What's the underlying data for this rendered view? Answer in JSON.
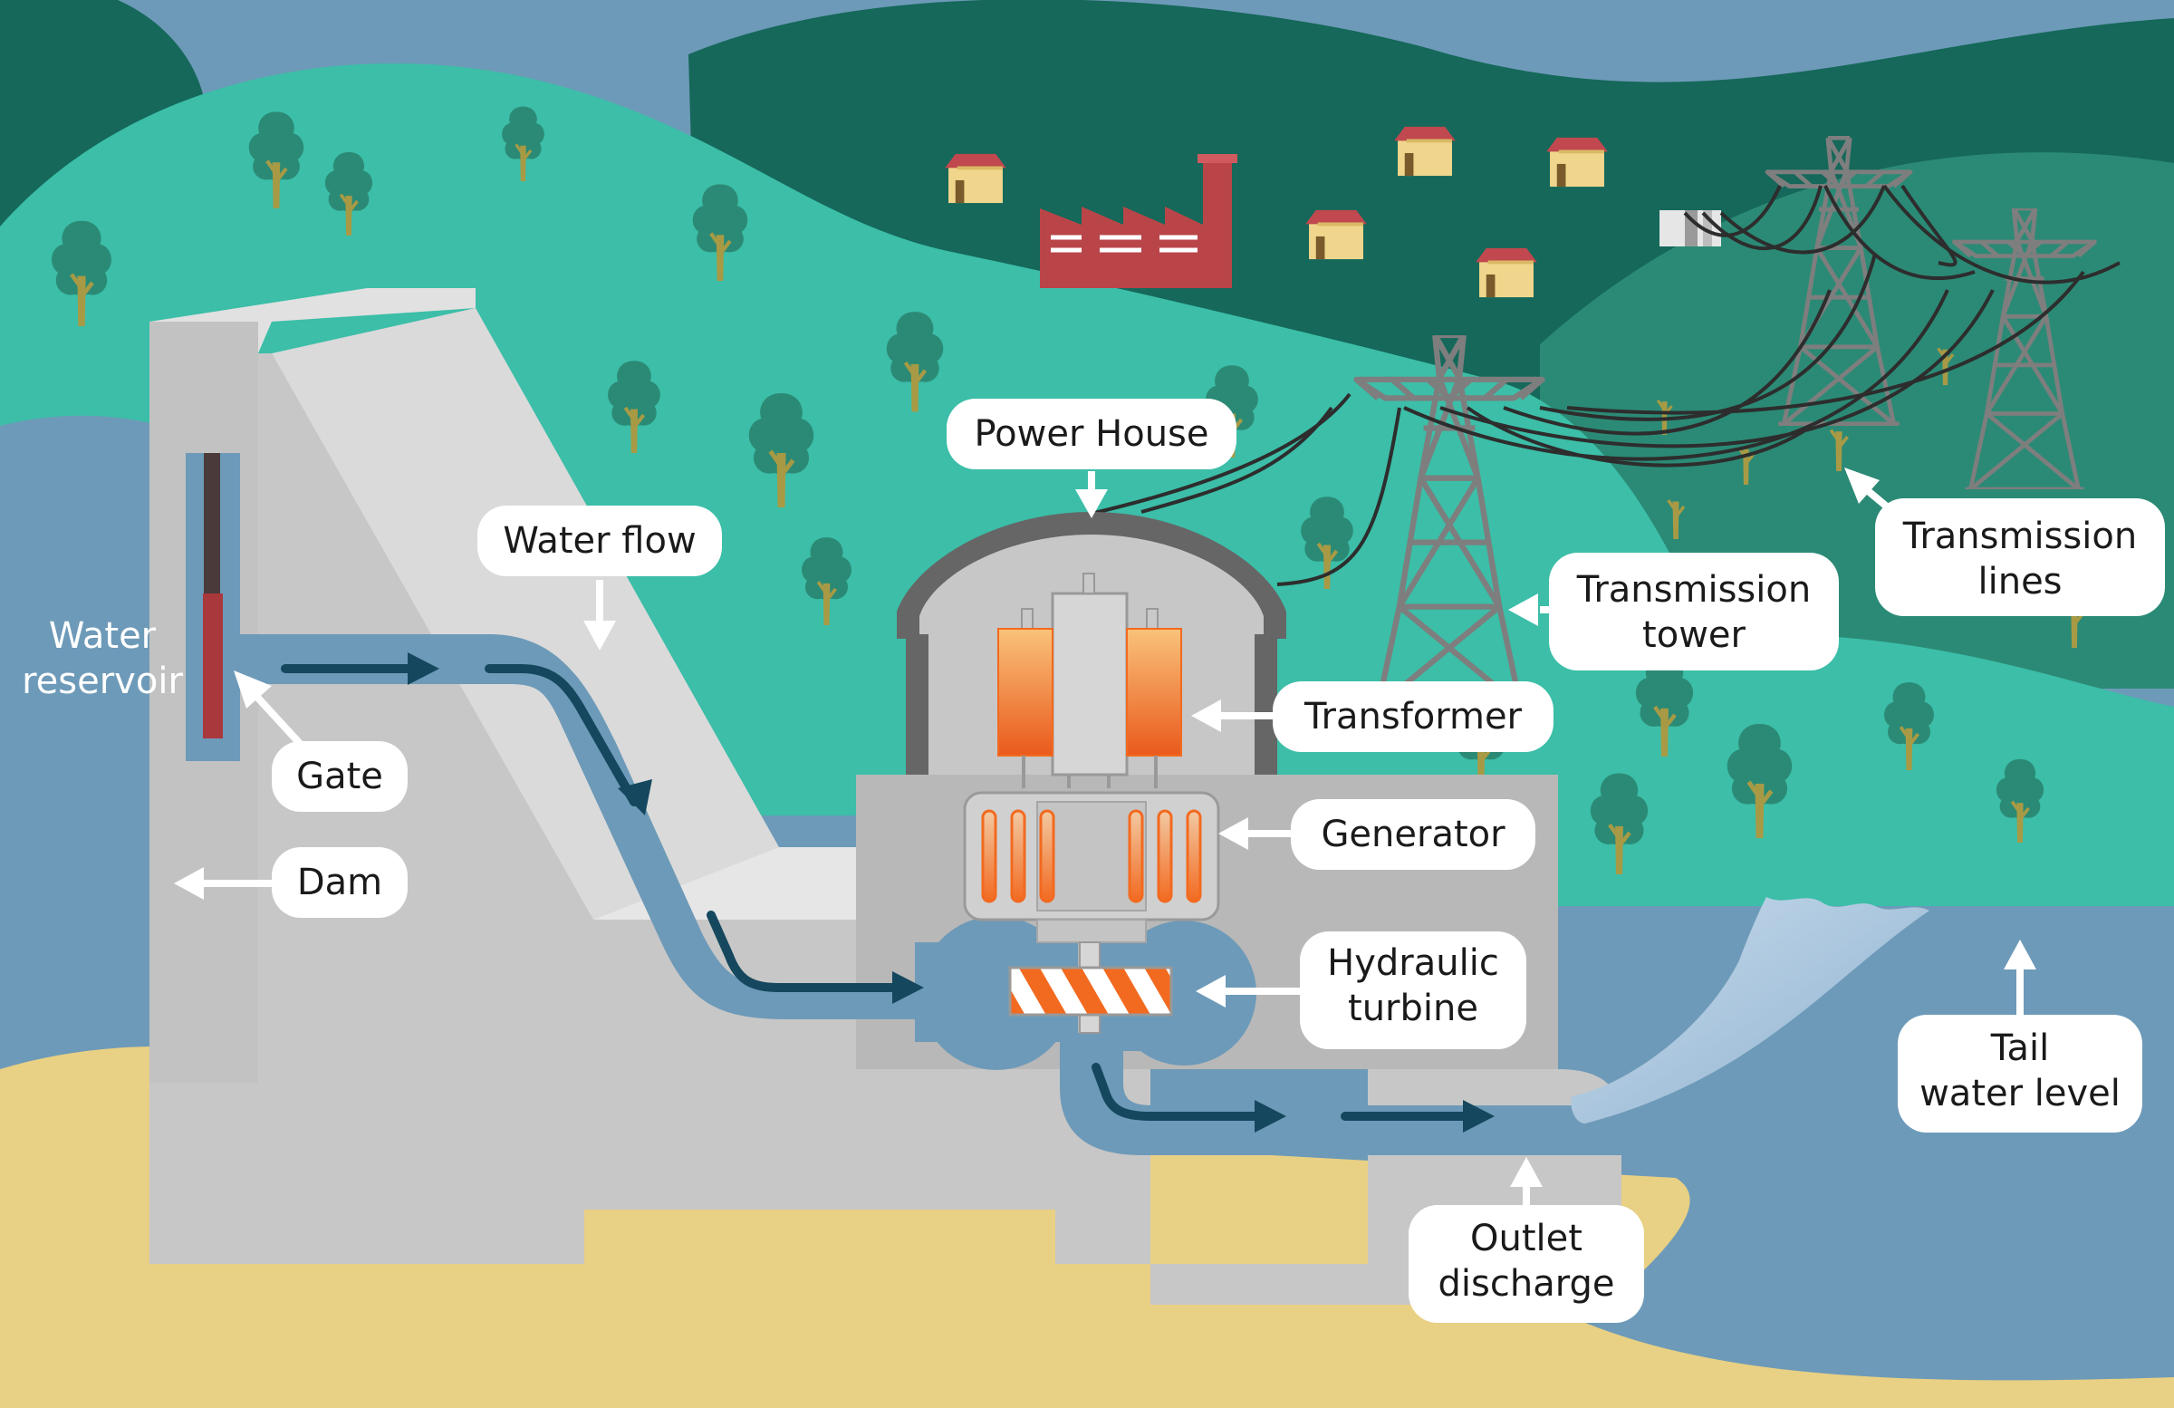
{
  "labels": {
    "water_reservoir": [
      "Water",
      "reservoir"
    ],
    "gate": "Gate",
    "dam": "Dam",
    "water_flow": "Water flow",
    "power_house": "Power House",
    "transformer": "Transformer",
    "generator": "Generator",
    "hydraulic_turbine": [
      "Hydraulic",
      "turbine"
    ],
    "transmission_tower": [
      "Transmission",
      "tower"
    ],
    "transmission_lines": [
      "Transmission",
      "lines"
    ],
    "tail_water_level": [
      "Tail",
      "water level"
    ],
    "outlet_discharge": [
      "Outlet",
      "discharge"
    ]
  },
  "colors": {
    "sky": "#6d9ab8",
    "hill_dark": "#15685a",
    "hill_mid": "#2b8a75",
    "hill_light": "#3cbea8",
    "water": "#6d9ab8",
    "sand": "#e8d084",
    "concrete": "#c7c7c7",
    "flow_arrow": "#15485e",
    "callout_box": "#ffffff"
  },
  "icons": [
    "tree-icon",
    "house-icon",
    "factory-icon",
    "pylon-icon",
    "arrow-icon"
  ]
}
